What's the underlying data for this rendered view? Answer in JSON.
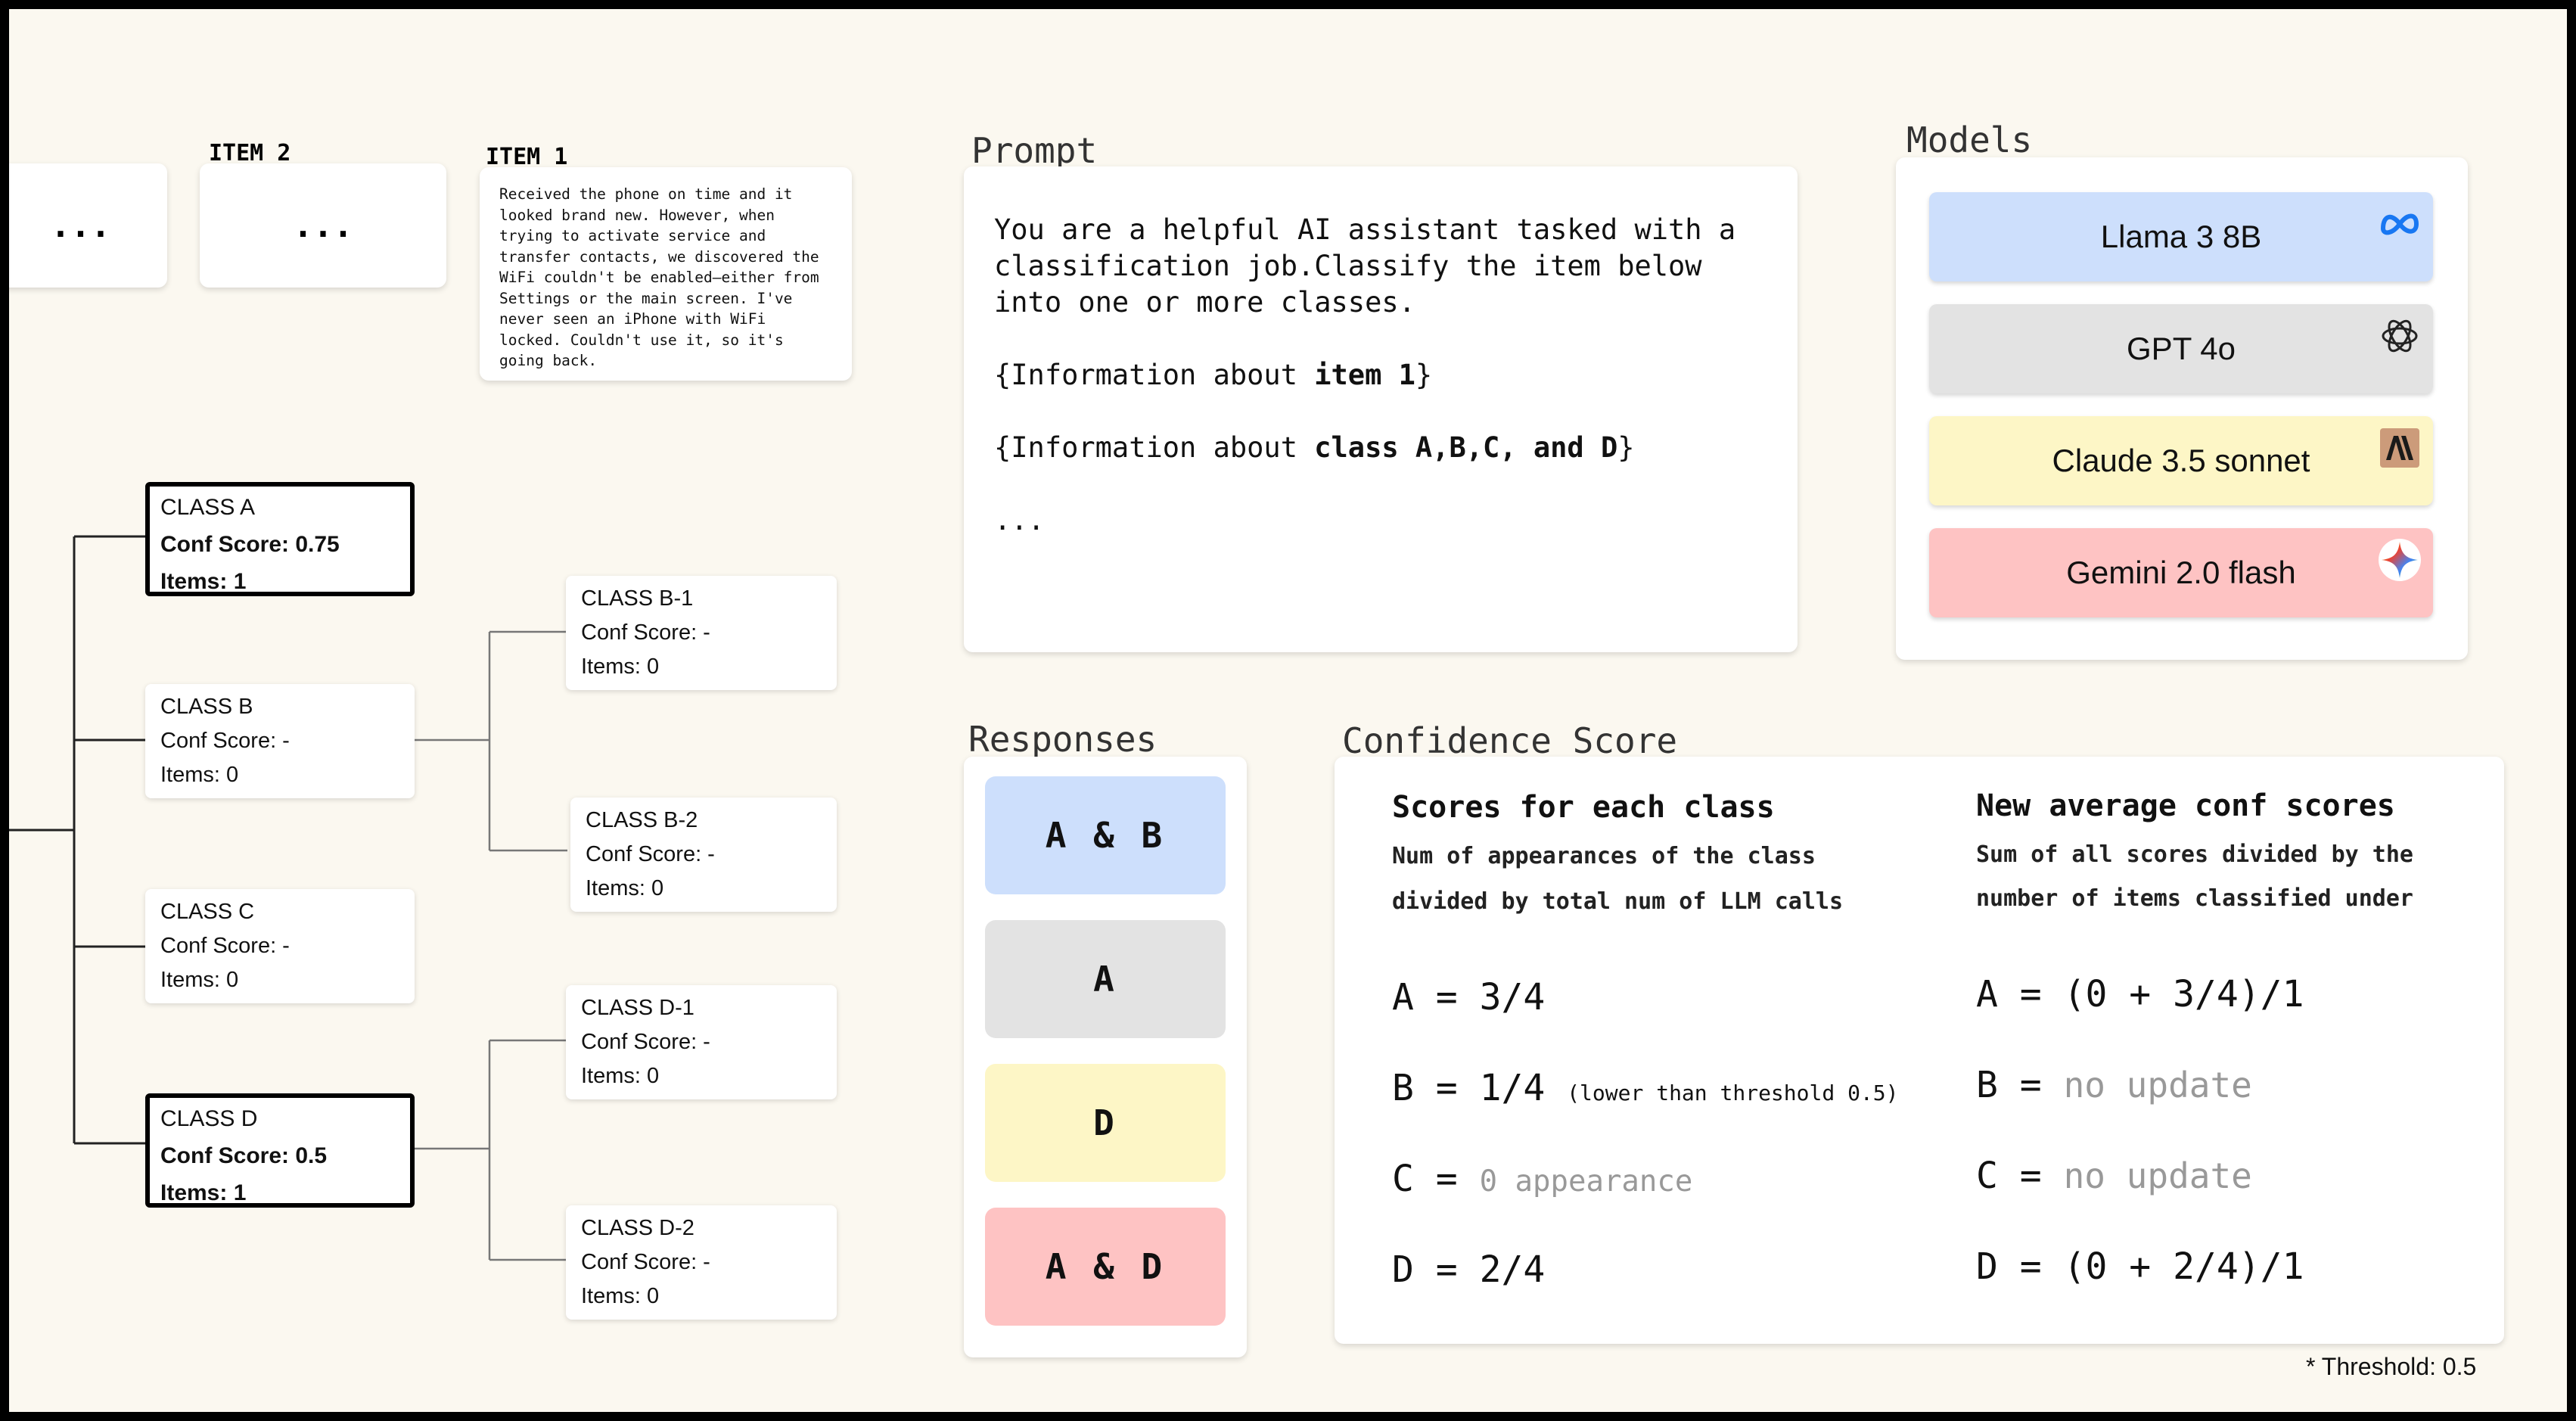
{
  "items": {
    "item2_label": "ITEM 2",
    "item1_label": "ITEM 1",
    "ellipsis": "...",
    "item1_text": "Received the phone on time and it looked brand new. However, when trying to activate service and transfer contacts, we discovered the WiFi couldn't be enabled—either from Settings or the main screen. I've never seen an iPhone with WiFi locked. Couldn't use it, so it's going back."
  },
  "tree": {
    "class_a": {
      "name": "CLASS A",
      "score": "Conf Score: 0.75",
      "items": "Items: 1"
    },
    "class_b": {
      "name": "CLASS B",
      "score": "Conf Score: -",
      "items": "Items: 0"
    },
    "class_c": {
      "name": "CLASS C",
      "score": "Conf Score: -",
      "items": "Items: 0"
    },
    "class_d": {
      "name": "CLASS D",
      "score": "Conf Score: 0.5",
      "items": "Items: 1"
    },
    "class_b1": {
      "name": "CLASS B-1",
      "score": "Conf Score: -",
      "items": "Items: 0"
    },
    "class_b2": {
      "name": "CLASS B-2",
      "score": "Conf Score: -",
      "items": "Items: 0"
    },
    "class_d1": {
      "name": "CLASS D-1",
      "score": "Conf Score: -",
      "items": "Items: 0"
    },
    "class_d2": {
      "name": "CLASS D-2",
      "score": "Conf Score: -",
      "items": "Items: 0"
    }
  },
  "prompt": {
    "title": "Prompt",
    "line1": "You are a helpful AI assistant tasked with a classification job.Classify the item below into one or more classes.",
    "info_item_prefix": "{Information about ",
    "info_item_bold": "item 1",
    "info_item_suffix": "}",
    "info_class_prefix": "{Information about ",
    "info_class_bold": "class A,B,C, and D",
    "info_class_suffix": "}",
    "ellipsis": "..."
  },
  "models": {
    "title": "Models",
    "list": [
      {
        "name": "Llama 3 8B",
        "color": "#cddffc",
        "icon": "meta-icon"
      },
      {
        "name": "GPT 4o",
        "color": "#e3e3e3",
        "icon": "openai-icon"
      },
      {
        "name": "Claude 3.5 sonnet",
        "color": "#fdf6c6",
        "icon": "anthropic-icon"
      },
      {
        "name": "Gemini 2.0 flash",
        "color": "#fec3c3",
        "icon": "gemini-icon"
      }
    ]
  },
  "responses": {
    "title": "Responses",
    "list": [
      {
        "text": "A & B",
        "color": "#cddffc"
      },
      {
        "text": "A",
        "color": "#e3e3e3"
      },
      {
        "text": "D",
        "color": "#fdf6c6"
      },
      {
        "text": "A & D",
        "color": "#fec3c3"
      }
    ]
  },
  "confidence": {
    "title": "Confidence Score",
    "left_heading": "Scores for each class",
    "left_sub1": "Num of appearances of the class",
    "left_sub2": "divided by total num of LLM calls",
    "right_heading": "New average conf scores",
    "right_sub1": "Sum of all scores divided by the",
    "right_sub2": "number of items classified under",
    "left": {
      "a": "A = 3/4",
      "b": "B = 1/4",
      "b_note": "(lower than threshold 0.5)",
      "c": "C = ",
      "c_note": "0 appearance",
      "d": "D = 2/4"
    },
    "right": {
      "a": "A = (0 + 3/4)/1",
      "b": "B = ",
      "b_note": "no update",
      "c": "C = ",
      "c_note": "no update",
      "d": "D = (0 + 2/4)/1"
    }
  },
  "footnote": "* Threshold: 0.5"
}
